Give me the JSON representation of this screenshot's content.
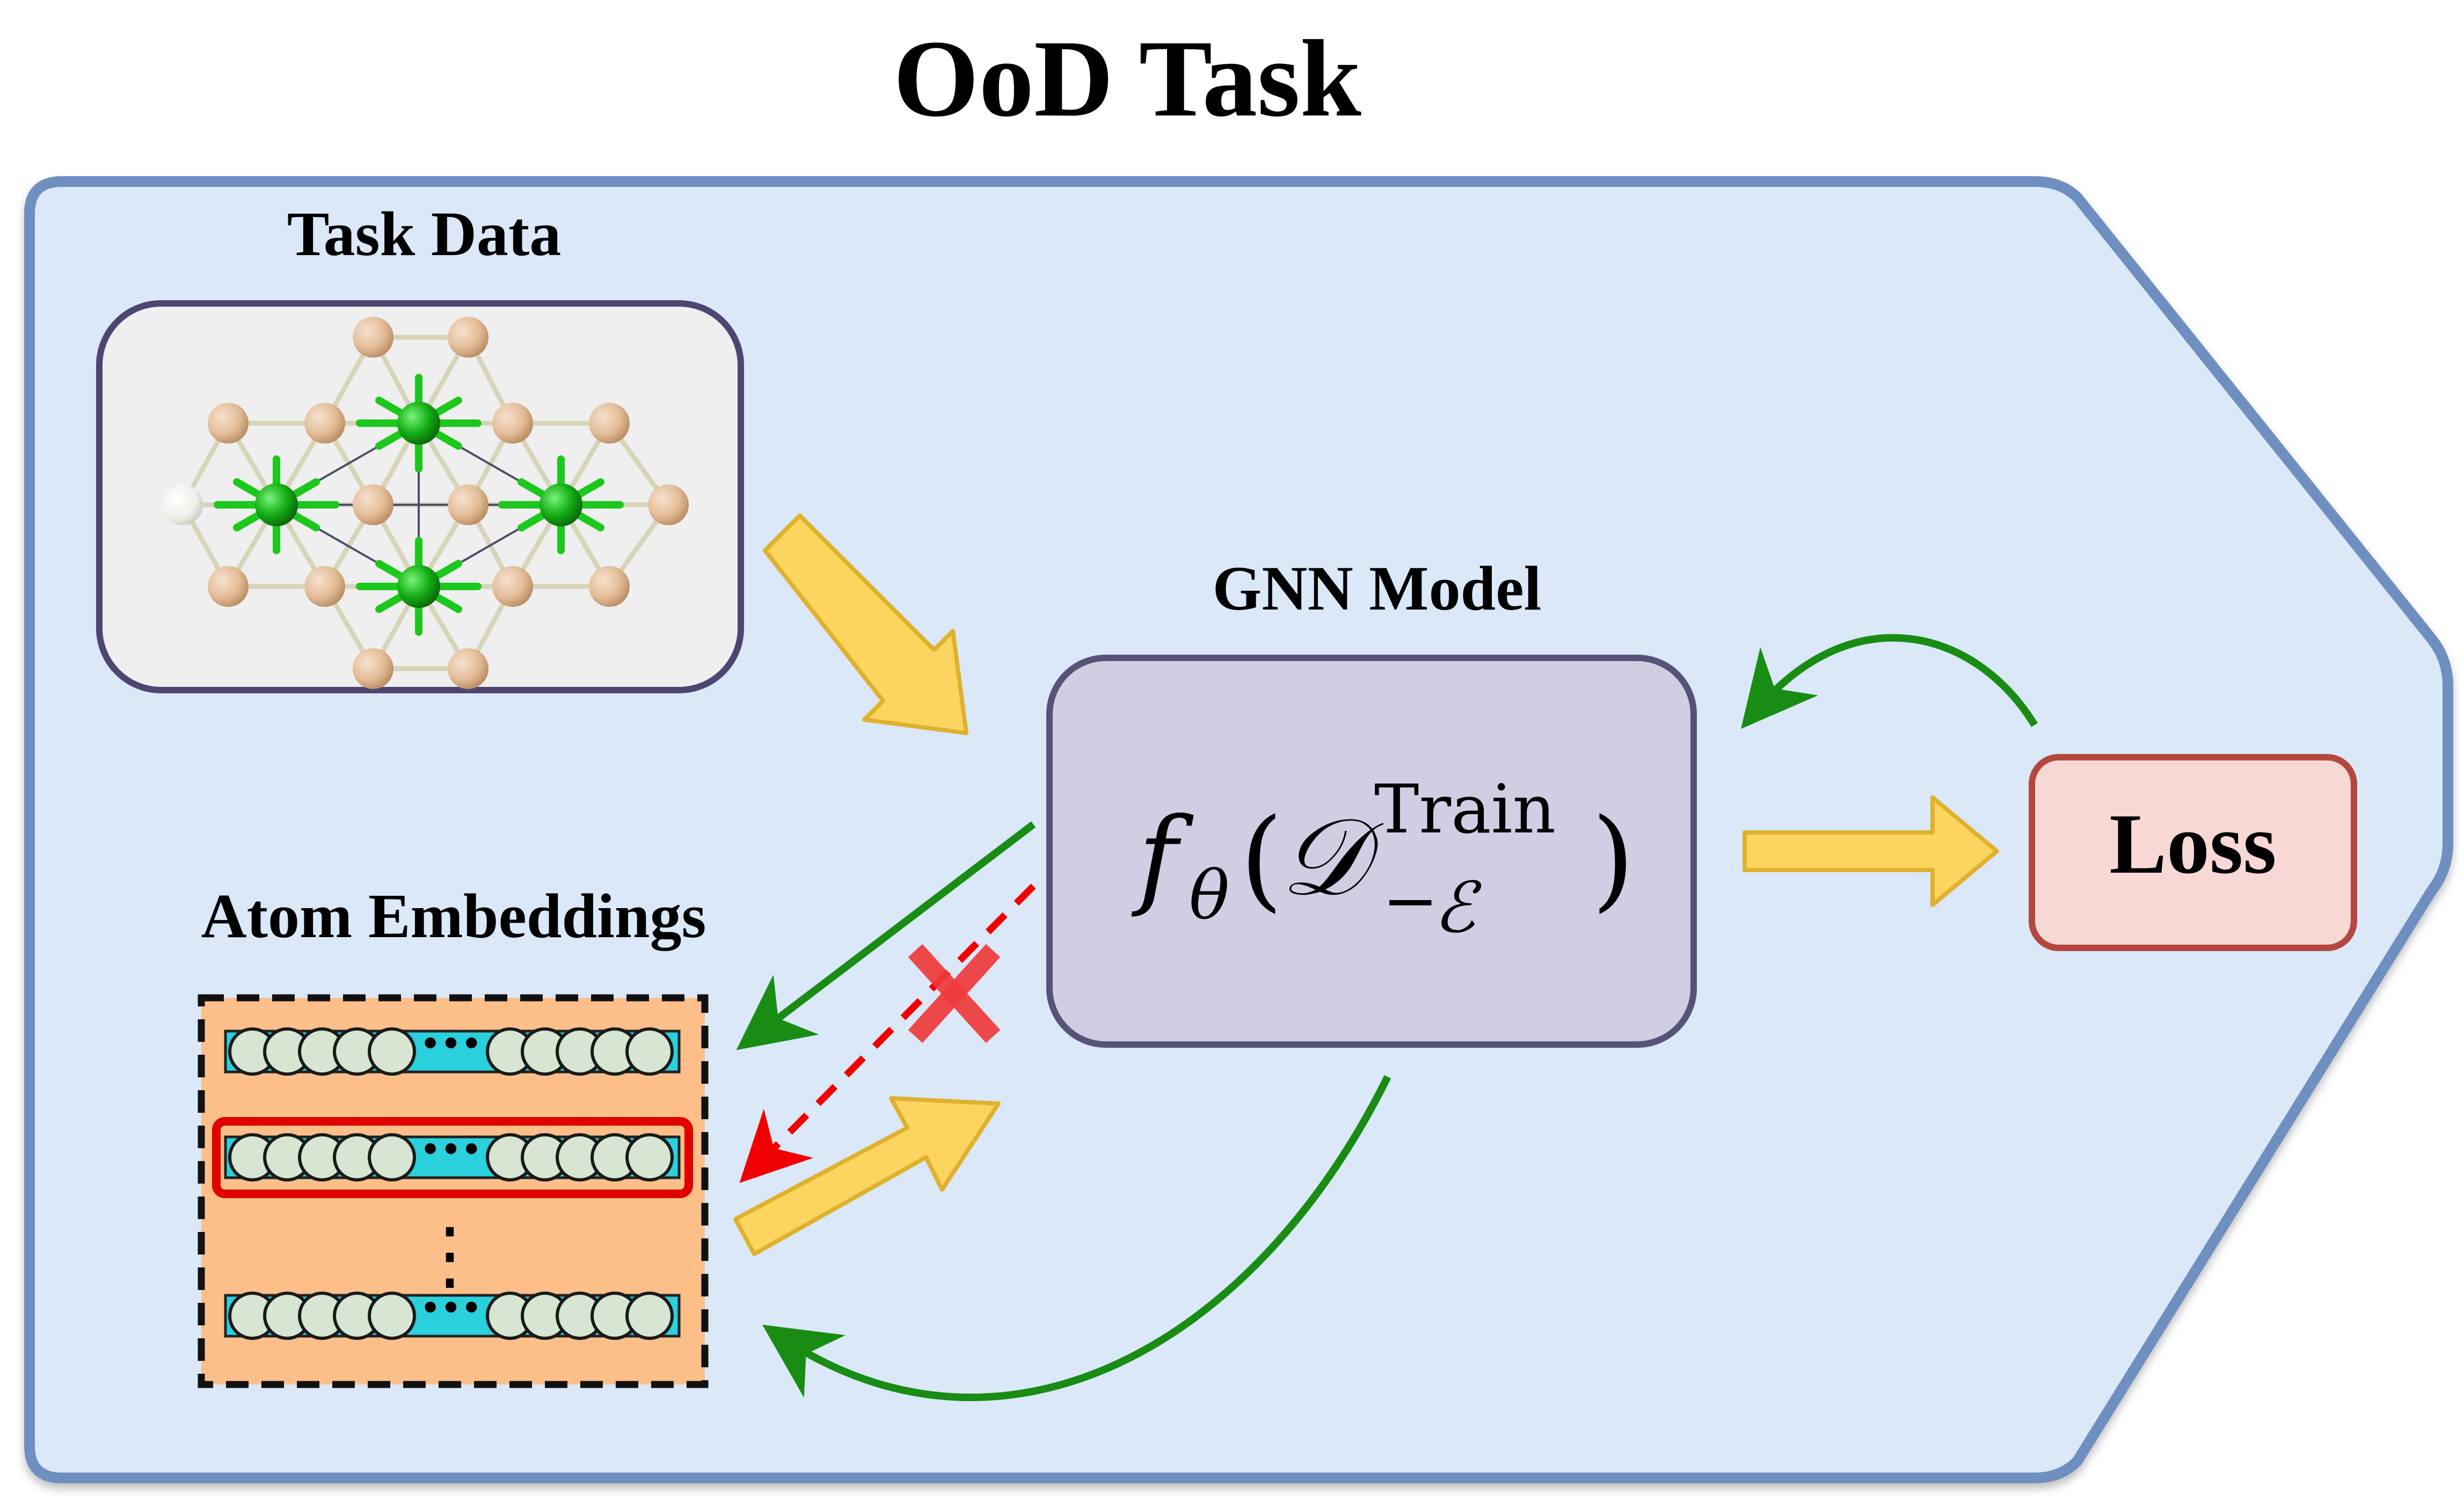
{
  "title": "OoD Task",
  "task_data": {
    "label": "Task Data"
  },
  "gnn_model": {
    "label": "GNN Model",
    "formula": {
      "f": "f",
      "theta": "θ",
      "open_paren": "(",
      "D": "𝒟",
      "superscript": "Train",
      "subscript_minus": "−",
      "subscript_E": "ℰ",
      "close_paren": ")"
    }
  },
  "loss": {
    "label": "Loss"
  },
  "atom_embeddings": {
    "label": "Atom Embeddings",
    "ellipsis": "···",
    "vdots": "⋮"
  },
  "blocked_marker": "✕",
  "colors": {
    "panel_fill": "#dae8f8",
    "panel_stroke": "#6e8fc0",
    "gnn_fill": "#d0cee2",
    "gnn_stroke": "#555378",
    "loss_fill": "#f8d8d5",
    "loss_stroke": "#b4473d",
    "embed_fill": "#fdbf8a",
    "embed_bar": "#2ad0dc",
    "node_fill": "#d6e6d3",
    "arrow_yellow": "#fcd561",
    "arrow_yellow_stroke": "#e0b12d",
    "arrow_green": "#198c14",
    "arrow_red": "#f00000",
    "cross_red": "#ef3b3b",
    "atom_tan": "#e6c2a0",
    "atom_green": "#1cb81c"
  }
}
